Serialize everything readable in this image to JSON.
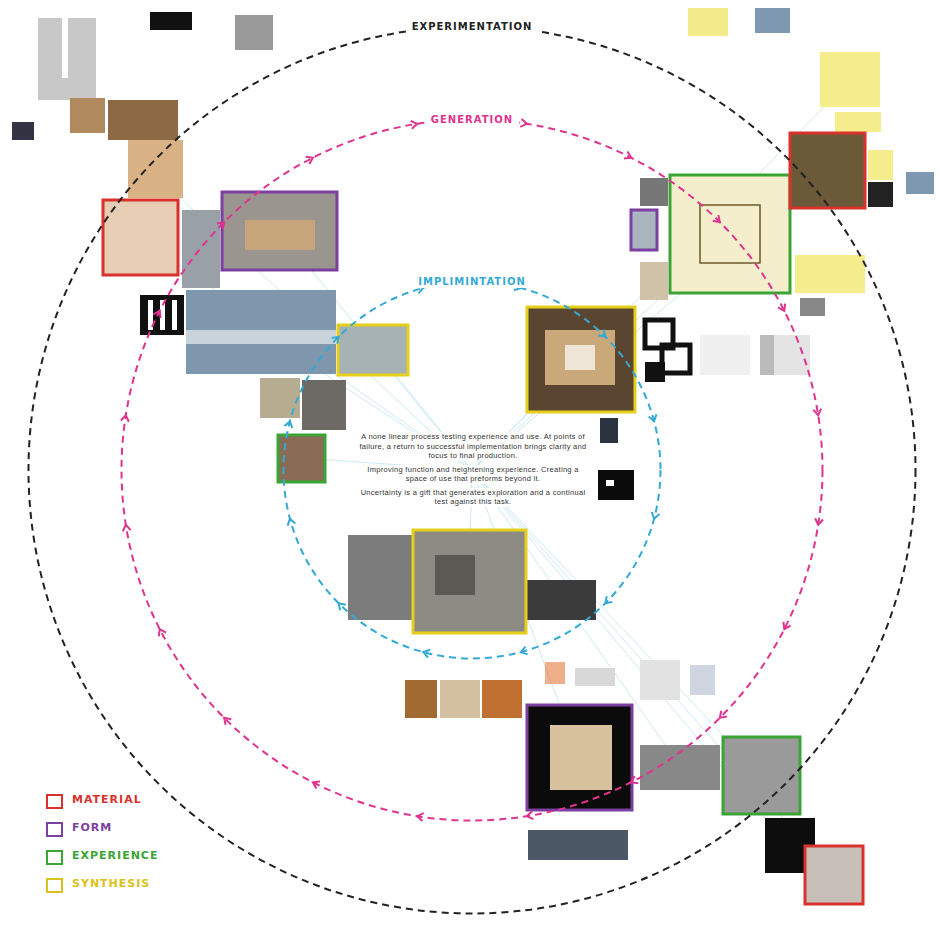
{
  "diagram": {
    "nodes": [
      {
        "text": [
          "EXPERIMENTATION"
        ]
      },
      {
        "text": [
          "GENERATION"
        ],
        "in": 0
      },
      {
        "text": [
          "IMPLIMINTATION"
        ],
        "in": 1
      }
    ],
    "labels": [
      "A none linear process testing experience and use. At points of failure, a return to successful implementation brings clarity and focus to final production.",
      "Improving function and heightening experience. Creating a space of use that preforms beyond it.",
      "Uncertainty is a gift that generates exploration and a continual test against this task."
    ],
    "legend": [
      {
        "text": "MATERIAL",
        "color": "#d9312b"
      },
      {
        "text": "FORM",
        "color": "#7b3fa0"
      },
      {
        "text": "EXPERIENCE",
        "color": "#3aa435"
      },
      {
        "text": "SYNTHESIS",
        "color": "#d9c21a"
      }
    ]
  }
}
